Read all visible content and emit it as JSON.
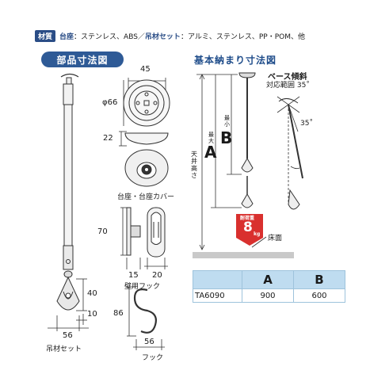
{
  "materials": {
    "badge": "材質",
    "base_label": "台座",
    "base_value": "：ステンレス、ABS／",
    "hanger_label": "吊材セット",
    "hanger_value": "：アルミ、ステンレス、PP・POM、他"
  },
  "parts_section": {
    "title": "部品寸法図",
    "base_width": "45",
    "base_diameter": "φ66",
    "base_height": "22",
    "base_caption": "台座・台座カバー",
    "hook_height": "70",
    "hook_depth": "15",
    "hook_width": "20",
    "wall_hook_caption": "壁用フック",
    "swivel_height": "40",
    "swivel_gap": "10",
    "swivel_width": "56",
    "hanger_caption": "吊材セット",
    "s_hook_height": "86",
    "s_hook_width": "56",
    "s_hook_caption": "フック"
  },
  "install_section": {
    "title": "基本納まり寸法図",
    "ceiling_label": "天井高さ",
    "dim_a": "A",
    "dim_a_note": "最大",
    "dim_b": "B",
    "dim_b_note": "最小",
    "tilt_label": "ベース傾斜",
    "tilt_range": "対応範囲 35˚",
    "angle_label": "35˚",
    "load_badge_top": "耐荷重",
    "load_value": "8",
    "load_unit": "kg",
    "floor_label": "床面"
  },
  "spec_table": {
    "headers": [
      "",
      "A",
      "B"
    ],
    "rows": [
      [
        "TA6090",
        "900",
        "600"
      ]
    ]
  },
  "colors": {
    "accent_blue": "#2e5a96",
    "table_header": "#bfdcf0",
    "load_badge": "#d9302e",
    "floor": "#c9c9c9"
  }
}
